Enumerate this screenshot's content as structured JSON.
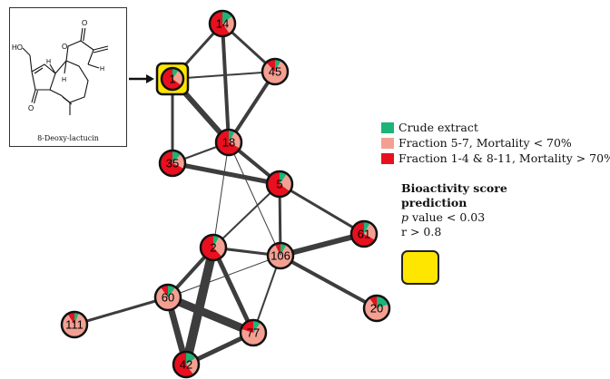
{
  "structure": {
    "compound_name": "8-Deoxy-lactucin",
    "atom_labels": {
      "hydroxyl": "HO",
      "ring_o": "O",
      "lactone_carbonyl": "O",
      "ketone": "O",
      "h1": "H",
      "h2": "H",
      "h3": "H"
    }
  },
  "legend": {
    "items": [
      {
        "label": "Crude extract",
        "color": "#1db477"
      },
      {
        "label": "Fraction 5-7, Mortality < 70%",
        "color": "#f3a093"
      },
      {
        "label": "Fraction 1-4 & 8-11, Mortality > 70%",
        "color": "#e8101e"
      }
    ]
  },
  "bioactivity": {
    "title_line1": "Bioactivity score",
    "title_line2": "prediction",
    "p_symbol": "p",
    "p_text": " value < 0.03",
    "r_text": "r > 0.8",
    "highlight_color": "#ffe600"
  },
  "network": {
    "highlight_node": "1",
    "nodes": [
      {
        "id": "1",
        "green": 0.1,
        "pink": 0.25
      },
      {
        "id": "14",
        "green": 0.15,
        "pink": 0.25
      },
      {
        "id": "45",
        "green": 0.08,
        "pink": 0.8
      },
      {
        "id": "18",
        "green": 0.08,
        "pink": 0.25
      },
      {
        "id": "35",
        "green": 0.12,
        "pink": 0.2
      },
      {
        "id": "5",
        "green": 0.1,
        "pink": 0.25
      },
      {
        "id": "61",
        "green": 0.08,
        "pink": 0.25
      },
      {
        "id": "2",
        "green": 0.08,
        "pink": 0.3
      },
      {
        "id": "106",
        "green": 0.08,
        "pink": 0.85
      },
      {
        "id": "60",
        "green": 0.1,
        "pink": 0.8
      },
      {
        "id": "111",
        "green": 0.06,
        "pink": 0.85
      },
      {
        "id": "20",
        "green": 0.2,
        "pink": 0.7
      },
      {
        "id": "77",
        "green": 0.1,
        "pink": 0.7
      },
      {
        "id": "42",
        "green": 0.15,
        "pink": 0.25
      }
    ],
    "edges": [
      {
        "a": "1",
        "b": "14",
        "w": 3
      },
      {
        "a": "1",
        "b": "45",
        "w": 2
      },
      {
        "a": "1",
        "b": "18",
        "w": 6
      },
      {
        "a": "1",
        "b": "35",
        "w": 3
      },
      {
        "a": "14",
        "b": "45",
        "w": 3
      },
      {
        "a": "14",
        "b": "18",
        "w": 4
      },
      {
        "a": "45",
        "b": "18",
        "w": 4
      },
      {
        "a": "18",
        "b": "35",
        "w": 2
      },
      {
        "a": "18",
        "b": "5",
        "w": 4
      },
      {
        "a": "18",
        "b": "2",
        "w": 1
      },
      {
        "a": "18",
        "b": "106",
        "w": 1
      },
      {
        "a": "35",
        "b": "5",
        "w": 5
      },
      {
        "a": "5",
        "b": "61",
        "w": 3
      },
      {
        "a": "5",
        "b": "2",
        "w": 2
      },
      {
        "a": "5",
        "b": "106",
        "w": 3
      },
      {
        "a": "61",
        "b": "106",
        "w": 6
      },
      {
        "a": "2",
        "b": "106",
        "w": 3
      },
      {
        "a": "2",
        "b": "60",
        "w": 4
      },
      {
        "a": "2",
        "b": "77",
        "w": 5
      },
      {
        "a": "2",
        "b": "42",
        "w": 10
      },
      {
        "a": "106",
        "b": "60",
        "w": 1
      },
      {
        "a": "106",
        "b": "20",
        "w": 4
      },
      {
        "a": "106",
        "b": "77",
        "w": 2
      },
      {
        "a": "60",
        "b": "111",
        "w": 3
      },
      {
        "a": "60",
        "b": "77",
        "w": 9
      },
      {
        "a": "60",
        "b": "42",
        "w": 7
      },
      {
        "a": "77",
        "b": "42",
        "w": 5
      }
    ]
  }
}
